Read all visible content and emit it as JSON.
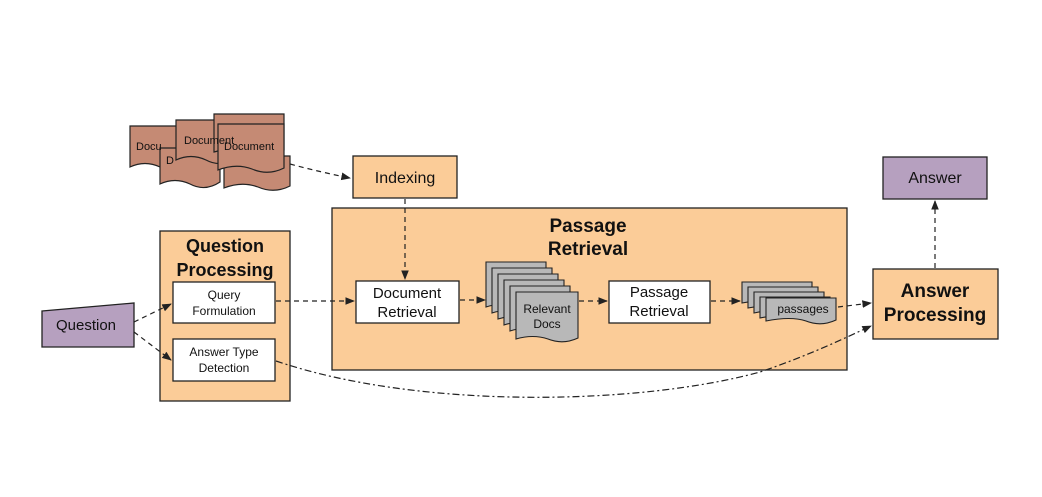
{
  "documents": {
    "labels": [
      "Docu",
      "Document",
      "Document",
      "D"
    ]
  },
  "indexing": {
    "label": "Indexing"
  },
  "question": {
    "label": "Question"
  },
  "question_processing": {
    "title_line1": "Question",
    "title_line2": "Processing",
    "query_formulation": {
      "line1": "Query",
      "line2": "Formulation"
    },
    "answer_type_detection": {
      "line1": "Answer Type",
      "line2": "Detection"
    }
  },
  "passage_retrieval_group": {
    "title_line1": "Passage",
    "title_line2": "Retrieval",
    "document_retrieval": {
      "line1": "Document",
      "line2": "Retrieval"
    },
    "relevant_docs": {
      "line1": "Relevant",
      "line2": "Docs"
    },
    "passage_retrieval": {
      "line1": "Passage",
      "line2": "Retrieval"
    },
    "passages": {
      "label": "passages"
    }
  },
  "answer_processing": {
    "line1": "Answer",
    "line2": "Processing"
  },
  "answer": {
    "label": "Answer"
  },
  "colors": {
    "orange": "#FBCC98",
    "purple": "#B6A0BF",
    "document_brown": "#C58A74",
    "doc_grey": "#B8B8B8"
  }
}
